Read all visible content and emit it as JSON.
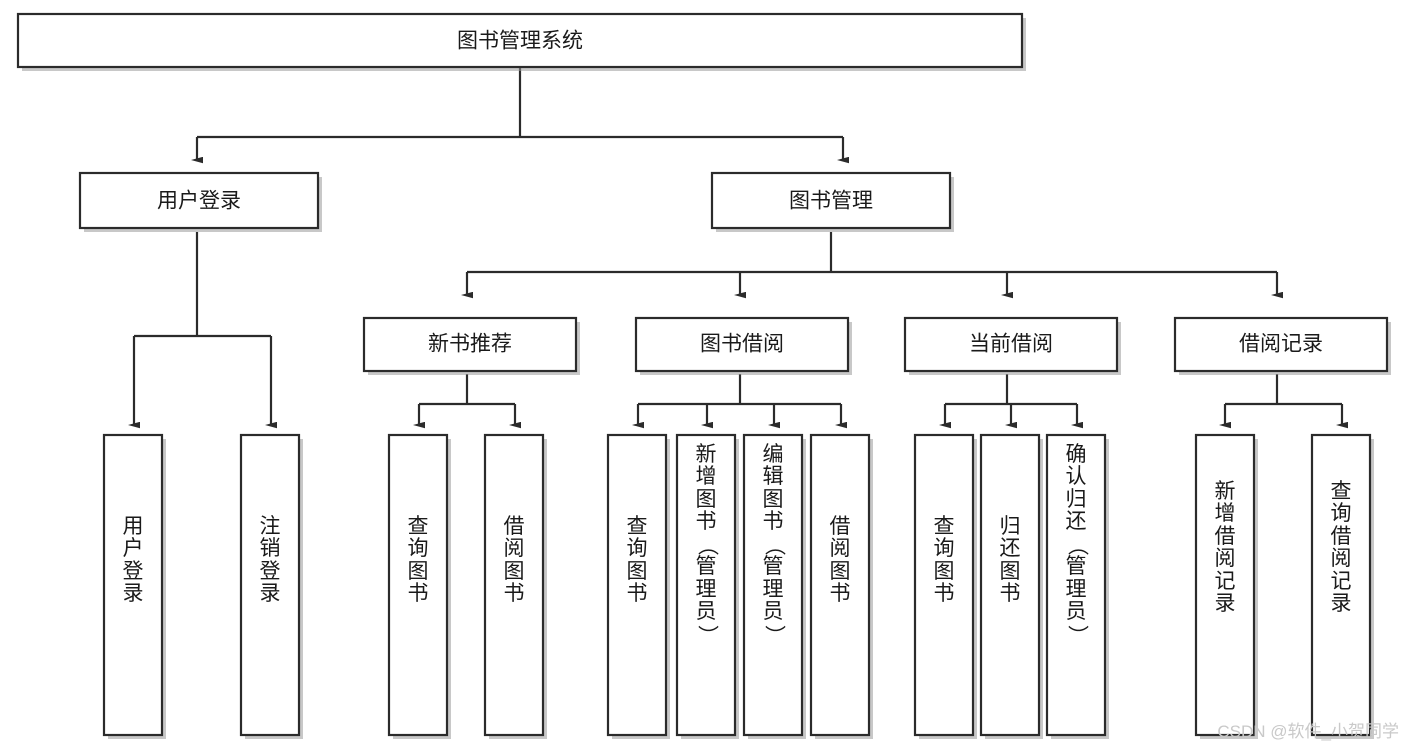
{
  "diagram": {
    "title": "图书管理系统",
    "type": "hierarchy-tree",
    "watermark": "CSDN @软件_小贺同学",
    "colors": {
      "stroke": "#2b2b2b",
      "fill": "#ffffff",
      "text": "#1a1a1a",
      "shadow": "#9a9a9a",
      "watermark": "#c9c9c9"
    },
    "root": {
      "label": "图书管理系统"
    },
    "level2": [
      {
        "id": "user-login",
        "label": "用户登录"
      },
      {
        "id": "book-management",
        "label": "图书管理"
      }
    ],
    "level3": [
      {
        "id": "new-book-recommend",
        "label": "新书推荐"
      },
      {
        "id": "book-borrow",
        "label": "图书借阅"
      },
      {
        "id": "current-borrow",
        "label": "当前借阅"
      },
      {
        "id": "borrow-record",
        "label": "借阅记录"
      }
    ],
    "leaves": {
      "user-login": [
        {
          "id": "leaf-user-login",
          "label": "用户登录"
        },
        {
          "id": "leaf-user-logout",
          "label": "注销登录"
        }
      ],
      "new-book-recommend": [
        {
          "id": "leaf-query-book-1",
          "label": "查询图书"
        },
        {
          "id": "leaf-borrow-book-1",
          "label": "借阅图书"
        }
      ],
      "book-borrow": [
        {
          "id": "leaf-query-book-2",
          "label": "查询图书"
        },
        {
          "id": "leaf-add-book",
          "label": "新增图书（管理员）"
        },
        {
          "id": "leaf-edit-book",
          "label": "编辑图书（管理员）"
        },
        {
          "id": "leaf-borrow-book-2",
          "label": "借阅图书"
        }
      ],
      "current-borrow": [
        {
          "id": "leaf-query-book-3",
          "label": "查询图书"
        },
        {
          "id": "leaf-return-book",
          "label": "归还图书"
        },
        {
          "id": "leaf-confirm-return",
          "label": "确认归还（管理员）"
        }
      ],
      "borrow-record": [
        {
          "id": "leaf-add-record",
          "label": "新增借阅记录"
        },
        {
          "id": "leaf-query-record",
          "label": "查询借阅记录"
        }
      ]
    }
  }
}
